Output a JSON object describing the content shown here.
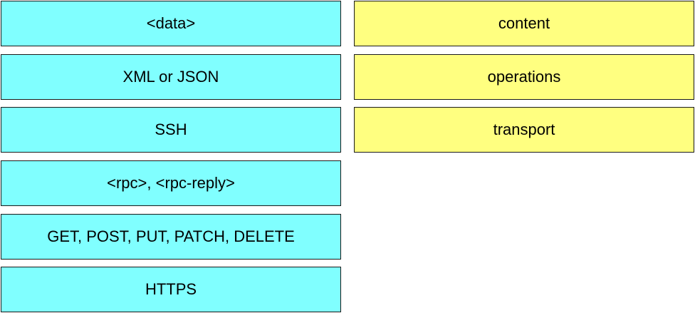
{
  "colors": {
    "draggable_item_fill": "#80ffff",
    "target_slot_fill": "#ffff80",
    "border": "#1a1a1a"
  },
  "draggable_items": [
    "<data>",
    "XML or JSON",
    "SSH",
    "<rpc>, <rpc-reply>",
    "GET, POST, PUT, PATCH, DELETE",
    "HTTPS"
  ],
  "target_categories": [
    "content",
    "operations",
    "transport"
  ]
}
